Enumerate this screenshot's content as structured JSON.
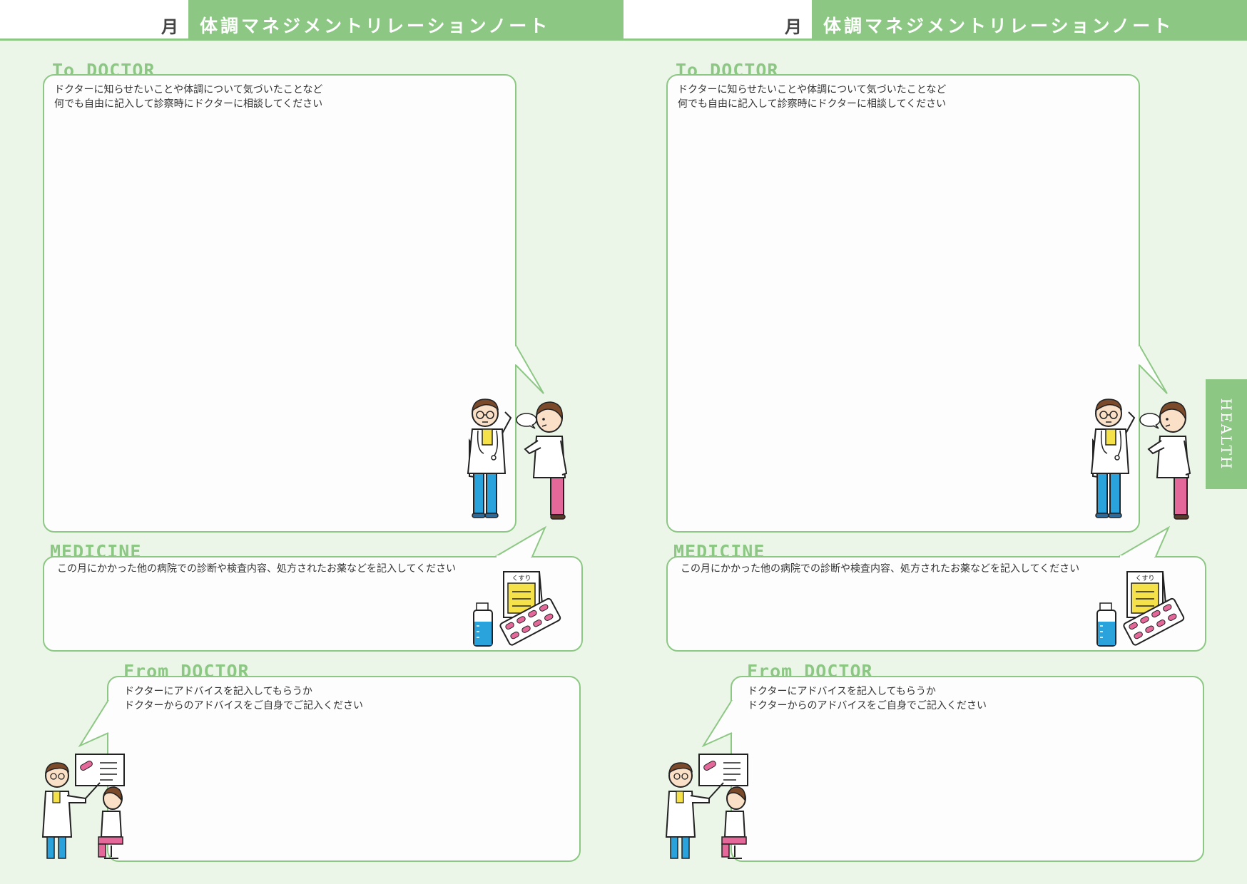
{
  "header": {
    "month_label": "月",
    "title": "体調マネジメントリレーションノート"
  },
  "to_doctor": {
    "heading": "To DOCTOR",
    "line1": "ドクターに知らせたいことや体調について気づいたことなど",
    "line2": "何でも自由に記入して診察時にドクターに相談してください"
  },
  "medicine": {
    "heading": "MEDICINE",
    "line1": "この月にかかった他の病院での診断や検査内容、処方されたお薬などを記入してください",
    "sign_label": "くすり"
  },
  "from_doctor": {
    "heading": "From DOCTOR",
    "line1": "ドクターにアドバイスを記入してもらうか",
    "line2": "ドクターからのアドバイスをご自身でご記入ください"
  },
  "side_tab": {
    "label": "HEALTH"
  },
  "colors": {
    "accent": "#8cc884",
    "background": "#ecf6e8",
    "bubble": "#fdfdfd"
  },
  "icons": [
    "doctor-listening-icon",
    "patient-talking-icon",
    "medicine-bottle-icon",
    "pill-blister-icon",
    "medicine-sign-icon",
    "doctor-explaining-icon",
    "seated-patient-icon"
  ]
}
